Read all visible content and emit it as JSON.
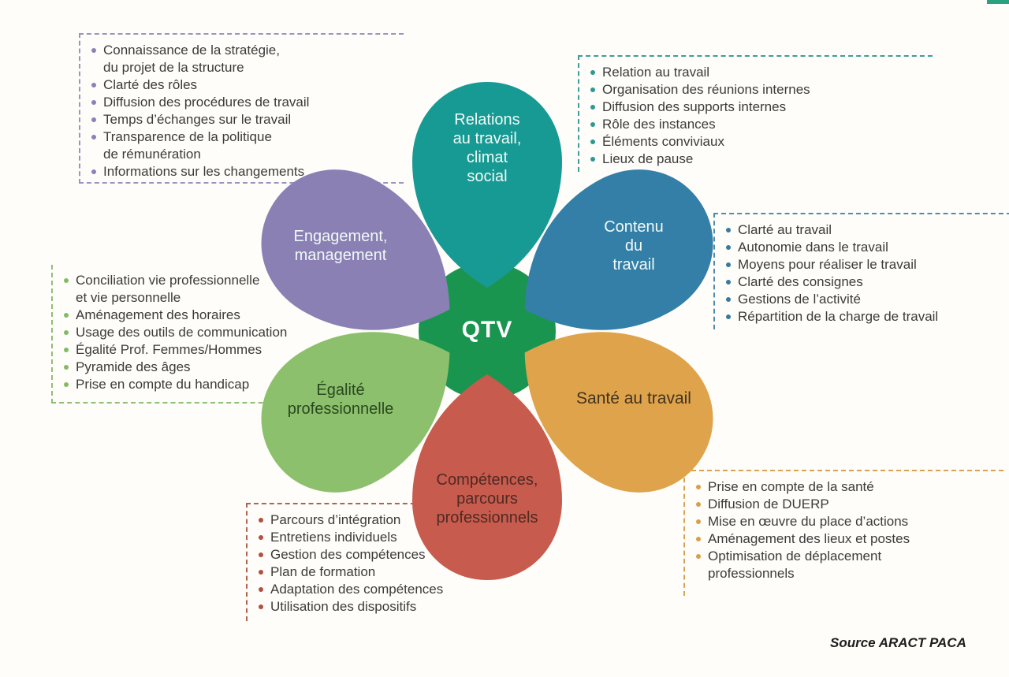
{
  "center": {
    "label": "QTV",
    "color": "#1a9550"
  },
  "petals": [
    {
      "id": "relations",
      "label": "Relations\nau travail,\nclimat\nsocial",
      "color": "#189a94",
      "text_color": "#f0faf7"
    },
    {
      "id": "contenu",
      "label": "Contenu\ndu\ntravail",
      "color": "#337fa8",
      "text_color": "#f0faf7"
    },
    {
      "id": "sante",
      "label": "Santé au travail",
      "color": "#dfa34c",
      "text_color": "#41331d"
    },
    {
      "id": "competences",
      "label": "Compétences,\nparcours\nprofessionnels",
      "color": "#c75b4e",
      "text_color": "#502a22"
    },
    {
      "id": "egalite",
      "label": "Égalité\nprofessionnelle",
      "color": "#8cc06d",
      "text_color": "#2a481f"
    },
    {
      "id": "engagement",
      "label": "Engagement,\nmanagement",
      "color": "#8b80b4",
      "text_color": "#f0faf7"
    }
  ],
  "boxes": {
    "engagement": {
      "accent": "#8b81b6",
      "items": [
        "Connaissance de la stratégie,\ndu projet de la structure",
        "Clarté des rôles",
        "Diffusion des procédures de travail",
        "Temps d’échanges sur le travail",
        "Transparence de la politique\nde rémunération",
        "Informations sur les changements"
      ]
    },
    "relations": {
      "accent": "#2a9a93",
      "items": [
        "Relation au travail",
        "Organisation des réunions internes",
        "Diffusion des supports internes",
        "Rôle des instances",
        "Éléments conviviaux",
        "Lieux de pause"
      ]
    },
    "contenu": {
      "accent": "#38799f",
      "items": [
        "Clarté au travail",
        "Autonomie dans le travail",
        "Moyens pour réaliser le travail",
        "Clarté des consignes",
        "Gestions de l’activité",
        "Répartition de la charge de travail"
      ]
    },
    "sante": {
      "accent": "#d99f48",
      "items": [
        "Prise en compte de la santé",
        "Diffusion de DUERP",
        "Mise en œuvre du place d’actions",
        "Aménagement des lieux et postes",
        "Optimisation de déplacement\nprofessionnels"
      ]
    },
    "competences": {
      "accent": "#b05041",
      "items": [
        "Parcours d’intégration",
        "Entretiens individuels",
        "Gestion des compétences",
        "Plan de formation",
        "Adaptation des compétences",
        "Utilisation des dispositifs"
      ]
    },
    "egalite": {
      "accent": "#84ba66",
      "items": [
        "Conciliation vie professionnelle\net vie personnelle",
        "Aménagement des horaires",
        "Usage des outils de communication",
        "Égalité Prof. Femmes/Hommes",
        "Pyramide des âges",
        "Prise en compte du handicap"
      ]
    }
  },
  "source": "Source ARACT PACA"
}
